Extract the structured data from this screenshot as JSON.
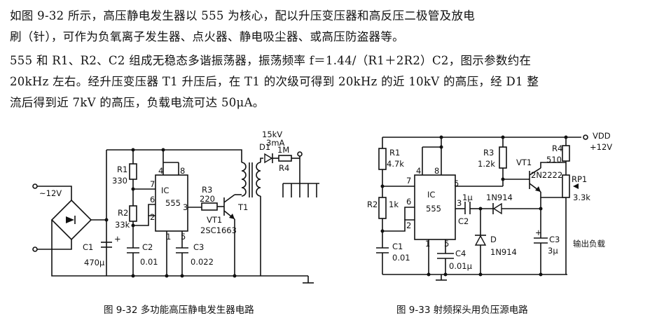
{
  "text": {
    "p1_line1": "如图 9-32 所示，高压静电发生器以 555 为核心，配以升压变压器和高反压二极管及放电",
    "p1_line2": "刷（针），可作为负氧离子发生器、点火器、静电吸尘器、或高压防盗器等。",
    "p2_line1": "555 和 R1、R2、C2 组成无稳态多谐振荡器，振荡频率 f＝1.44/（R1＋2R2）C2，图示参数约在",
    "p2_line2": "20kHz 左右。经升压变压器 T1 升压后，在 T1 的次级可得到 20kHz 的近 10kV 的高压，经 D1 整",
    "p2_line3": "流后得到近 7kV 的高压，负载电流可达 50μA。"
  },
  "fig32": {
    "caption": "图 9-32   多功能高压静电发生器电路",
    "labels": {
      "supply": "~12V",
      "r1": "R1",
      "r1_val": "330",
      "r2": "R2",
      "r2_val": "33k",
      "c1": "C1",
      "c1_val": "470μ",
      "c2": "C2",
      "c2_val": "0.01",
      "c3": "C3",
      "c3_val": "0.022",
      "ic": "IC",
      "ic_num": "555",
      "pin4": "4",
      "pin8": "8",
      "pin7": "7",
      "pin6": "6",
      "pin2": "2",
      "pin3": "3",
      "pin1": "1",
      "pin5": "5",
      "r3": "R3",
      "r3_val": "220",
      "vt1": "VT1",
      "vt1_model": "2SC1663",
      "t1": "T1",
      "hv": "15kV",
      "hv_i": "3mA",
      "d1": "D1",
      "r4": "R4",
      "r4_val": "1M"
    }
  },
  "fig33": {
    "caption": "图 9-33   射频探头用负压源电路",
    "labels": {
      "vdd": "VDD",
      "vdd_val": "+12V",
      "r1": "R1",
      "r1_val": "4.7k",
      "r2": "R2",
      "r2_val": "1k",
      "c1": "C1",
      "c1_val": "0.01",
      "ic": "IC",
      "ic_num": "555",
      "pin4": "4",
      "pin8": "8",
      "pin7": "7",
      "pin6": "6",
      "pin2": "2",
      "pin3": "3",
      "pin1": "1",
      "pin5": "5",
      "r3": "R3",
      "r3_val": "1.2k",
      "vt1": "VT1",
      "vt1_model": "2N2222",
      "r4": "R4",
      "r4_val": "510",
      "rp1": "RP1",
      "rp1_val": "3.3k",
      "c2": "C2",
      "c2_val": "1μ",
      "d_top": "1N914",
      "d": "D",
      "d_val": "1N914",
      "c4": "C4",
      "c4_val": "0.01μ",
      "c3": "C3",
      "c3_val": "3μ",
      "out": "输出负载"
    }
  }
}
